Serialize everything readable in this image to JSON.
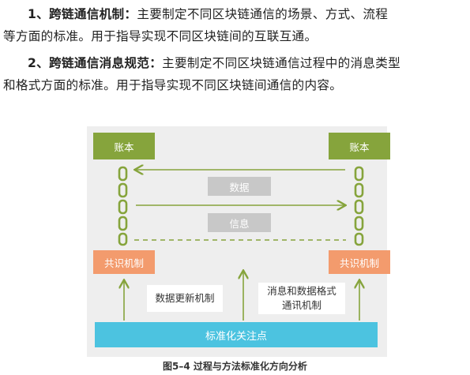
{
  "paragraphs": [
    {
      "lead": "1、跨链通信机制：",
      "line1_rest": "主要制定不同区块链通信的场景、方式、流程",
      "line2": "等方面的标准。用于指导实现不同区块链间的互联互通。"
    },
    {
      "lead": "2、跨链通信消息规范：",
      "line1_rest": "主要制定不同区块链通信过程中的消息类型",
      "line2": "和格式方面的标准。用于指导实现不同区块链间通信的内容。"
    }
  ],
  "figure": {
    "ledger_left": "账本",
    "ledger_right": "账本",
    "data_label": "数据",
    "info_label": "信息",
    "consensus_left": "共识机制",
    "consensus_right": "共识机制",
    "update_mechanism": "数据更新机制",
    "format_mechanism_line1": "消息和数据格式",
    "format_mechanism_line2": "通讯机制",
    "standard_focus": "标准化关注点"
  },
  "caption": "图5–4 过程与方法标准化方向分析",
  "colors": {
    "ledger_green": "#86a43c",
    "consensus_orange": "#f39b6d",
    "message_gray": "#c8c8c8",
    "standard_blue": "#4cc3e0",
    "figure_bg": "#eeeeee"
  }
}
